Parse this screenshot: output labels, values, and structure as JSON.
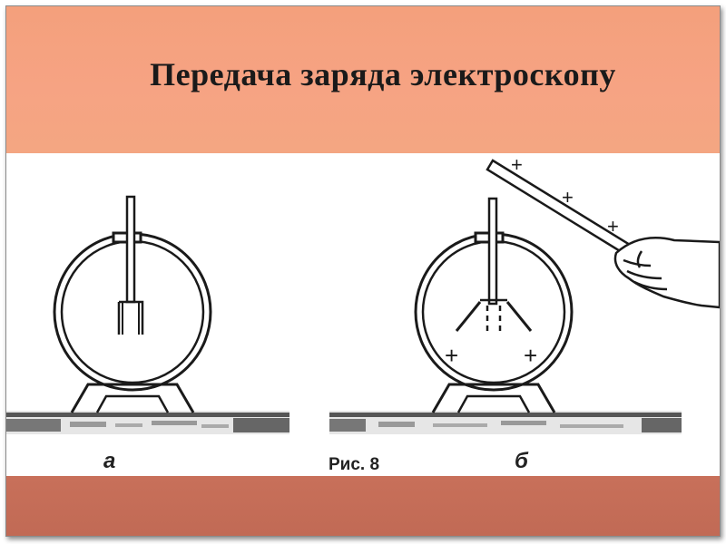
{
  "slide": {
    "title": "Передача заряда электроскопу",
    "colors": {
      "header": "#f6a383",
      "footer": "#c16a55",
      "text": "#1a1a1a"
    }
  },
  "figure": {
    "caption": "Рис. 8",
    "label_a": "а",
    "label_b": "б",
    "charge_sign": "+"
  }
}
